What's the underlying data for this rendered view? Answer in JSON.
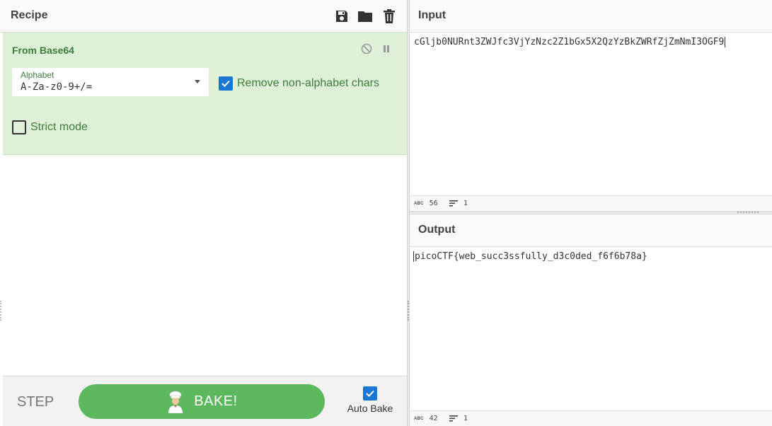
{
  "recipe": {
    "title": "Recipe",
    "toolbar": {
      "save_icon": "save-icon",
      "load_icon": "folder-icon",
      "clear_icon": "trash-icon"
    },
    "operation": {
      "name": "From Base64",
      "alphabet_label": "Alphabet",
      "alphabet_value": "A-Za-z0-9+/=",
      "remove_non_alphabet_label": "Remove non-alphabet chars",
      "remove_non_alphabet_checked": true,
      "strict_mode_label": "Strict mode",
      "strict_mode_checked": false
    }
  },
  "controls": {
    "step_label": "STEP",
    "bake_label": "BAKE!",
    "auto_bake_label": "Auto Bake",
    "auto_bake_checked": true
  },
  "input": {
    "title": "Input",
    "text": "cGljb0NURnt3ZWJfc3VjYzNzc2Z1bGx5X2QzYzBkZWRfZjZmNmI3OGF9",
    "length": "56",
    "lines": "1"
  },
  "output": {
    "title": "Output",
    "text": "picoCTF{web_succ3ssfully_d3c0ded_f6f6b78a}",
    "length": "42",
    "lines": "1"
  },
  "colors": {
    "operation_bg": "#dff0d8",
    "operation_text": "#3d7d3a",
    "bake_button": "#5cb85c",
    "checkbox_checked": "#1976d2"
  }
}
